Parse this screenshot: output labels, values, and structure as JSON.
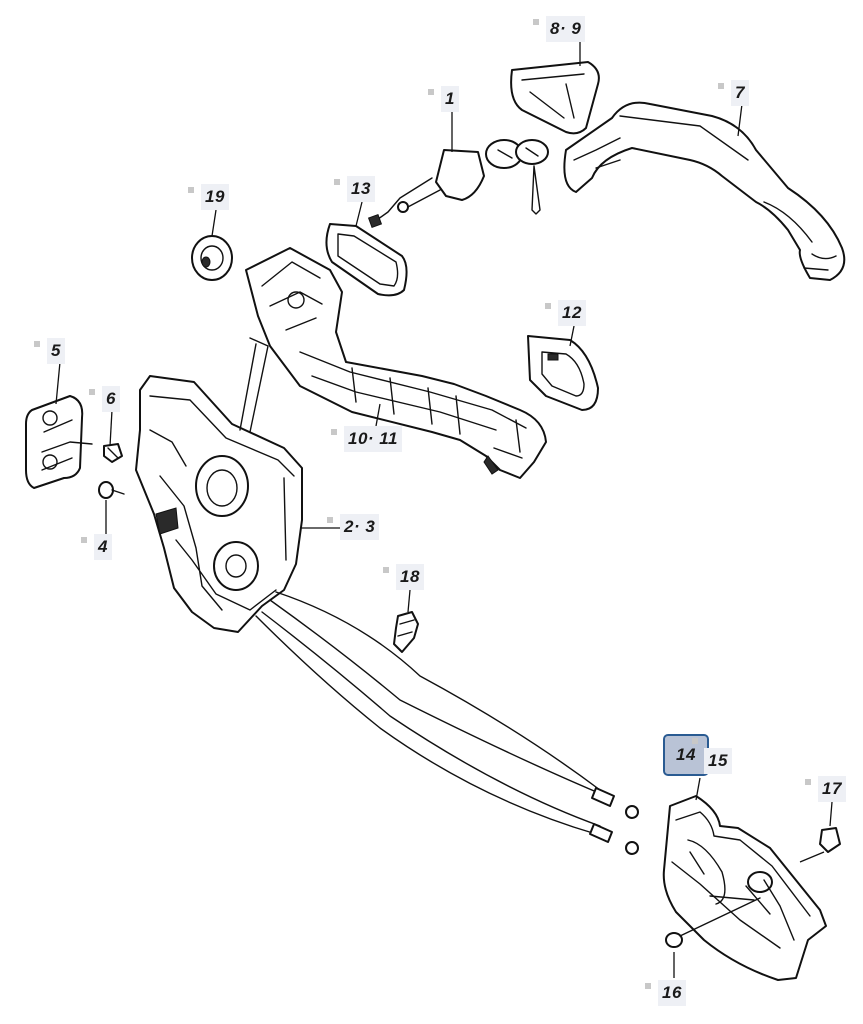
{
  "callouts": [
    {
      "id": "c-8-9",
      "label": "8· 9"
    },
    {
      "id": "c-1",
      "label": "1"
    },
    {
      "id": "c-7",
      "label": "7"
    },
    {
      "id": "c-19",
      "label": "19"
    },
    {
      "id": "c-13",
      "label": "13"
    },
    {
      "id": "c-12",
      "label": "12"
    },
    {
      "id": "c-5",
      "label": "5"
    },
    {
      "id": "c-6",
      "label": "6"
    },
    {
      "id": "c-10-11",
      "label": "10· 11"
    },
    {
      "id": "c-2-3",
      "label": "2· 3"
    },
    {
      "id": "c-4",
      "label": "4"
    },
    {
      "id": "c-18",
      "label": "18"
    },
    {
      "id": "c-14",
      "label": "14"
    },
    {
      "id": "c-15",
      "label": "15"
    },
    {
      "id": "c-17",
      "label": "17"
    },
    {
      "id": "c-16",
      "label": "16"
    }
  ],
  "highlight": {
    "selected_callout": "14",
    "color": "#2a5b92"
  }
}
